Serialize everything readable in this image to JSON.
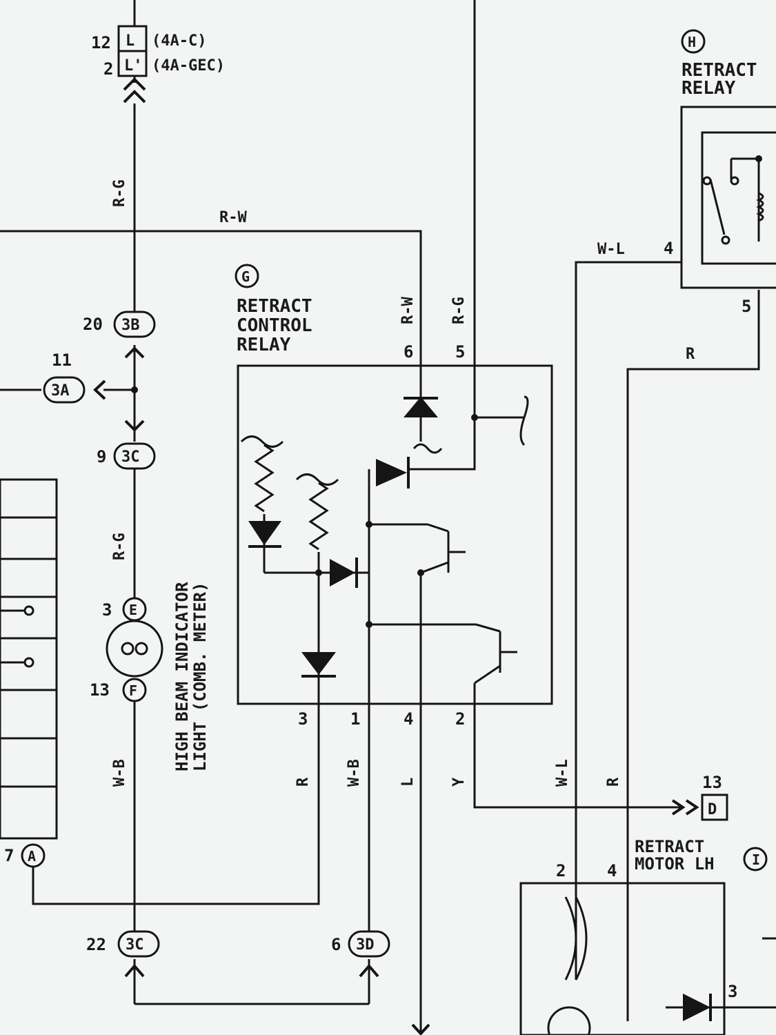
{
  "connectors": {
    "top_l_num": "12",
    "top_l_letter": "L",
    "top_l_variant": "(4A-C)",
    "top_l2_num": "2",
    "top_l2_letter": "L'",
    "top_l2_variant": "(4A-GEC)",
    "c3b_num": "20",
    "c3b_id": "3B",
    "c3a_num": "11",
    "c3a_id": "3A",
    "c3c_num": "9",
    "c3c_id": "3C",
    "e_num": "3",
    "e_id": "E",
    "f_num": "13",
    "f_id": "F",
    "a_num": "7",
    "a_id": "A",
    "c3c2_num": "22",
    "c3c2_id": "3C",
    "c3d_num": "6",
    "c3d_id": "3D",
    "d_num": "13",
    "d_id": "D"
  },
  "wires": {
    "rg_top": "R-G",
    "rw_top": "R-W",
    "rw_pin6": "R-W",
    "rg_pin5": "R-G",
    "rg_mid": "R-G",
    "wb_left": "W-B",
    "r_pin3": "R",
    "wb_pin1": "W-B",
    "l_pin4": "L",
    "y_pin2": "Y",
    "wl_right": "W-L",
    "r_right": "R",
    "wl_relay": "W-L",
    "r_relay": "R"
  },
  "components": {
    "g_mark": "G",
    "g_line1": "RETRACT",
    "g_line2": "CONTROL",
    "g_line3": "RELAY",
    "h_mark": "H",
    "h_line1": "RETRACT",
    "h_line2": "RELAY",
    "i_mark": "I",
    "i_line1": "RETRACT",
    "i_line2": "MOTOR LH",
    "hb_line1": "HIGH BEAM INDICATOR",
    "hb_line2": "LIGHT (COMB. METER)"
  },
  "pins": {
    "g_p6": "6",
    "g_p5": "5",
    "g_p3": "3",
    "g_p1": "1",
    "g_p4": "4",
    "g_p2": "2",
    "h_p4": "4",
    "h_p5": "5",
    "i_p2": "2",
    "i_p4": "4",
    "i_p3": "3"
  }
}
